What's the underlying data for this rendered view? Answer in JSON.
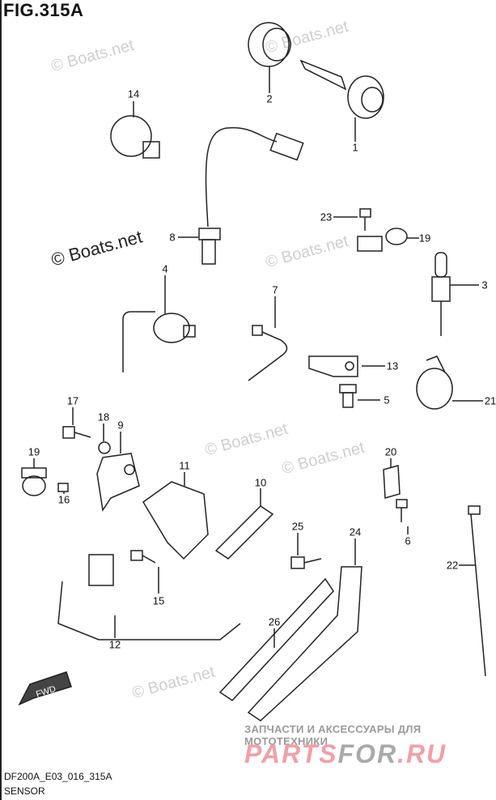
{
  "figure_title": "FIG.315A",
  "watermark": "© Boats.net",
  "callouts": {
    "p1": "1",
    "p2": "2",
    "p3": "3",
    "p4": "4",
    "p5": "5",
    "p6": "6",
    "p7": "7",
    "p8": "8",
    "p9": "9",
    "p10": "10",
    "p11": "11",
    "p12": "12",
    "p13": "13",
    "p14": "14",
    "p15": "15",
    "p16": "16",
    "p17": "17",
    "p18": "18",
    "p19a": "19",
    "p19b": "19",
    "p20": "20",
    "p21": "21",
    "p22": "22",
    "p23": "23",
    "p24": "24",
    "p25": "25",
    "p26": "26"
  },
  "fwd_label": "FWD",
  "footer": {
    "code": "DF200A_E03_016_315A",
    "section": "SENSOR"
  },
  "partner": {
    "tagline": "ЗАПЧАСТИ И АКСЕССУАРЫ ДЛЯ МОТОТЕХНИКИ",
    "logo_part1": "PARTS",
    "logo_part2": "FOR",
    "logo_part3": ".RU"
  }
}
